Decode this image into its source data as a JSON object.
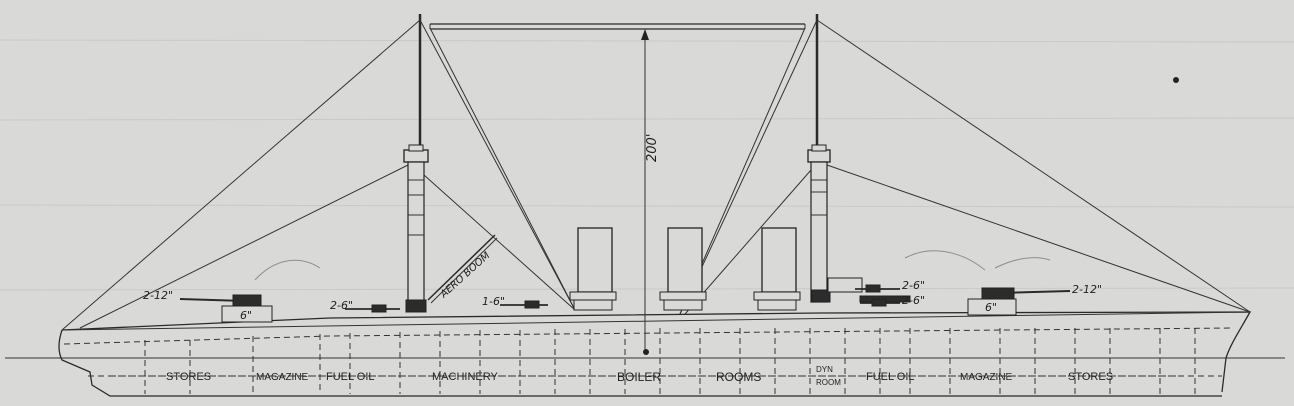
{
  "labels": {
    "height_dimension": "200'",
    "aero_boom": "AERO BOOM",
    "guns": {
      "aft_main": "2-12\"",
      "aft_secondary_caliber": "6\"",
      "aft_small": "2-6\"",
      "aft_single": "1-6\"",
      "fwd_upper": "2-6\"",
      "fwd_lower": "2-6\"",
      "fwd_main": "2-12\"",
      "fwd_secondary_caliber": "6\""
    },
    "compartments": {
      "stores_aft": "STORES",
      "magazine_aft": "MAGAZINE",
      "fuel_oil_aft": "FUEL OIL",
      "machinery": "MACHINERY",
      "boiler": "BOILER",
      "rooms": "ROOMS",
      "dyn": "DYN",
      "room": "ROOM",
      "fuel_oil_fwd": "FUEL OIL",
      "magazine_fwd": "MAGAZINE",
      "stores_fwd": "STORES"
    }
  },
  "colors": {
    "paper": "#d9dad7",
    "ink": "#2a2a2a"
  }
}
